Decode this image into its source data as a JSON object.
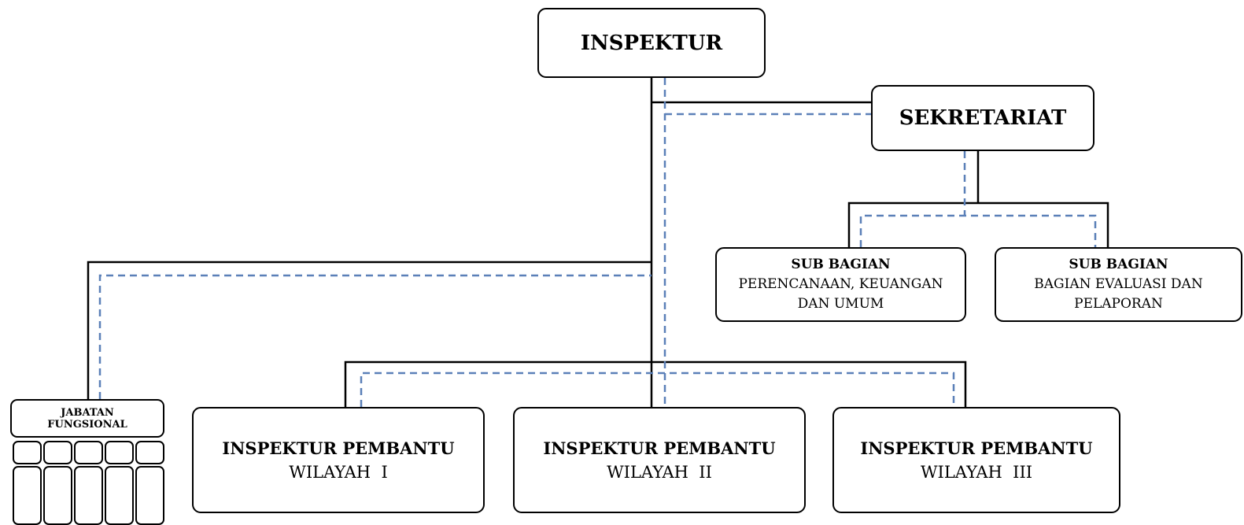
{
  "inspektur": {
    "title": "INSPEKTUR"
  },
  "sekretariat": {
    "title": "SEKRETARIAT"
  },
  "sub_bagian": [
    {
      "title": "SUB BAGIAN",
      "line1": "PERENCANAAN, KEUANGAN",
      "line2": "DAN UMUM"
    },
    {
      "title": "SUB BAGIAN",
      "line1": "BAGIAN EVALUASI DAN",
      "line2": "PELAPORAN"
    }
  ],
  "inspektur_pembantu": [
    {
      "title": "INSPEKTUR PEMBANTU",
      "subtitle": "WILAYAH  I"
    },
    {
      "title": "INSPEKTUR PEMBANTU",
      "subtitle": "WILAYAH  II"
    },
    {
      "title": "INSPEKTUR PEMBANTU",
      "subtitle": "WILAYAH  III"
    }
  ],
  "jabatan_fungsional": {
    "line1": "JABATAN",
    "line2": "FUNGSIONAL"
  },
  "colors": {
    "solid_line": "#000000",
    "dashed_line": "#5b80b8",
    "box_border": "#000000"
  }
}
